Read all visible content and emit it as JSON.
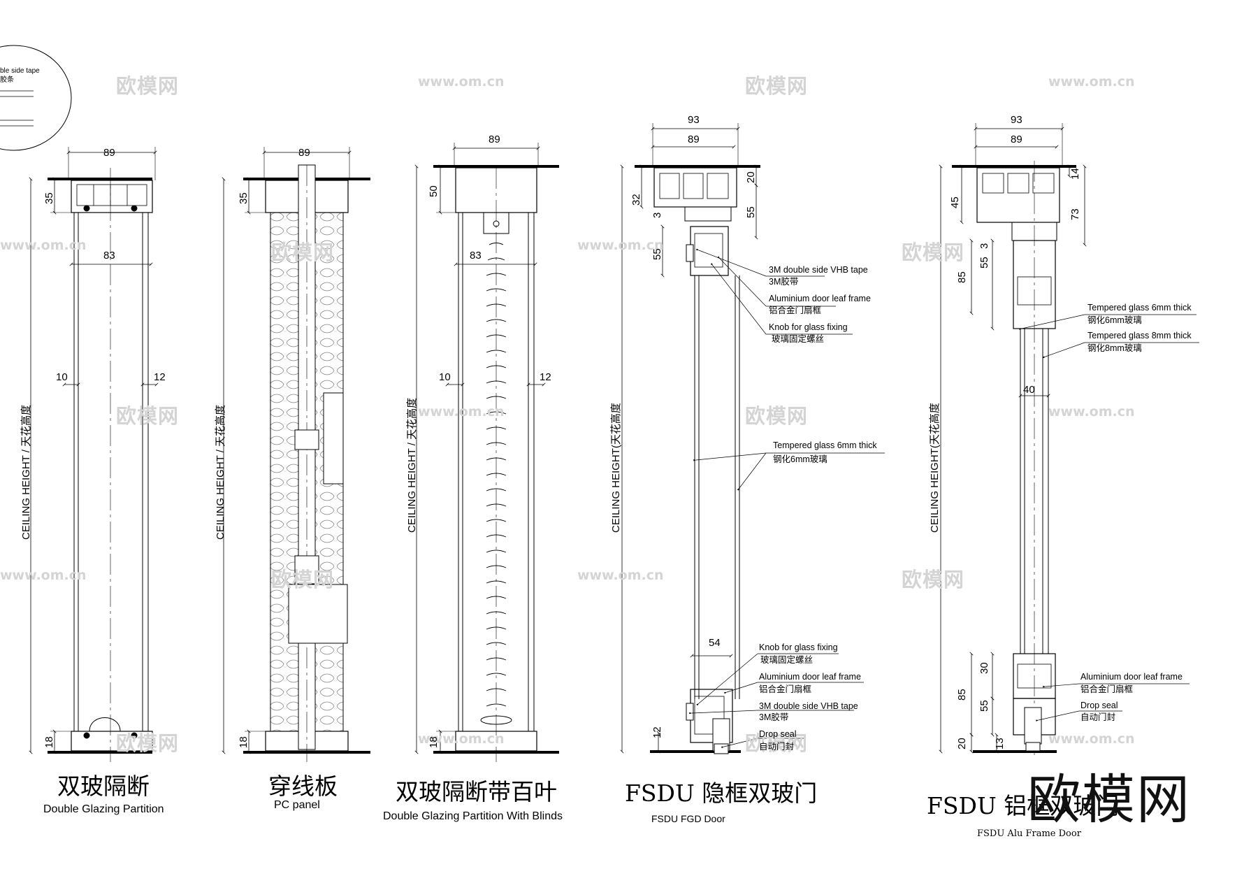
{
  "watermarks": {
    "brand": "欧模网",
    "site": "www.om.cn"
  },
  "logo": "欧模网",
  "detail_legend": {
    "line1": "ble side tape",
    "line2": "胶条"
  },
  "dims": {
    "w89": "89",
    "w93": "93",
    "w83": "83",
    "d35": "35",
    "d18": "18",
    "d10": "10",
    "d12": "12",
    "d50": "50",
    "d20": "20",
    "d32": "32",
    "d55": "55",
    "d3": "3",
    "d54": "54",
    "d14": "14",
    "d45": "45",
    "d73": "73",
    "d85": "85",
    "d40": "40",
    "d30": "30",
    "d13": "13"
  },
  "ceiling_label_a": "CEILING HEIGHT / 天花高度",
  "ceiling_label_b": "CEILING HEIGHT(天花高度",
  "sections": [
    {
      "title_cn": "双玻隔断",
      "title_en": "Double Glazing Partition"
    },
    {
      "title_cn": "穿线板",
      "title_en": "PC panel"
    },
    {
      "title_cn": "双玻隔断带百叶",
      "title_en": "Double Glazing Partition With Blinds"
    },
    {
      "title_cn": "FSDU  隐框双玻门",
      "title_en": "FSDU  FGD Door"
    },
    {
      "title_cn": "FSDU  铝框双玻门",
      "title_en": "FSDU Alu Frame Door"
    }
  ],
  "fgd_notes": [
    {
      "en": "3M double side VHB tape",
      "cn": "3M胶带"
    },
    {
      "en": "Aluminium door leaf frame",
      "cn": "铝合金门扇框"
    },
    {
      "en": "Knob for glass fixing",
      "cn": "玻璃固定螺丝"
    },
    {
      "en": "Tempered glass 6mm thick",
      "cn": "钢化6mm玻璃"
    },
    {
      "en": "Knob for glass fixing",
      "cn": "玻璃固定螺丝"
    },
    {
      "en": "Aluminium door leaf frame",
      "cn": "铝合金门扇框"
    },
    {
      "en": "3M double side VHB tape",
      "cn": "3M胶带"
    },
    {
      "en": "Drop seal",
      "cn": "自动门封"
    }
  ],
  "alu_notes": [
    {
      "en": "Tempered glass 6mm thick",
      "cn": "钢化6mm玻璃"
    },
    {
      "en": "Tempered glass 8mm thick",
      "cn": "钢化8mm玻璃"
    },
    {
      "en": "Aluminium door leaf frame",
      "cn": "铝合金门扇框"
    },
    {
      "en": "Drop seal",
      "cn": "自动门封"
    }
  ]
}
